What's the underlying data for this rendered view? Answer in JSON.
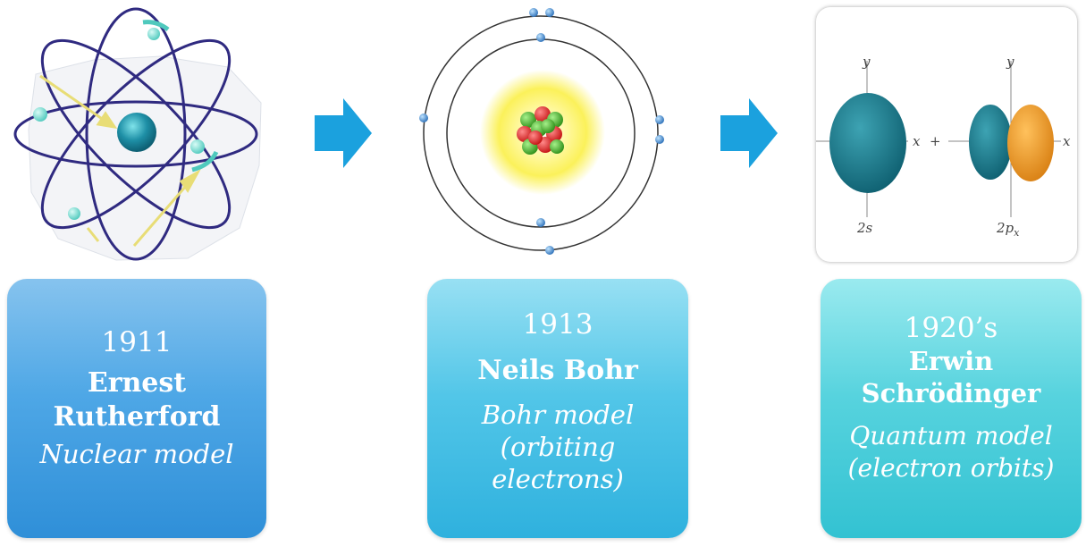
{
  "steps": [
    {
      "year": "1911",
      "name_line1": "Ernest",
      "name_line2": "Rutherford",
      "model_line1": "Nuclear model"
    },
    {
      "year": "1913",
      "name_line1": "Neils Bohr",
      "model_line1": "Bohr model",
      "model_line2": "(orbiting",
      "model_line3": "electrons)"
    },
    {
      "year": "1920’s",
      "name_line1": "Erwin",
      "name_line2": "Schrödinger",
      "model_line1": "Quantum model",
      "model_line2": "(electron orbits)"
    }
  ],
  "orbital_diagram": {
    "axis_y": "y",
    "axis_x": "x",
    "plus": "+",
    "label_s": "2s",
    "label_p": "2p",
    "label_p_sub": "x"
  },
  "colors": {
    "arrow": "#1ba1de",
    "teal": "#1f7f8f",
    "orange": "#f0a030",
    "orbit_line": "#2e2a7a",
    "electron": "#3f8fd0"
  }
}
